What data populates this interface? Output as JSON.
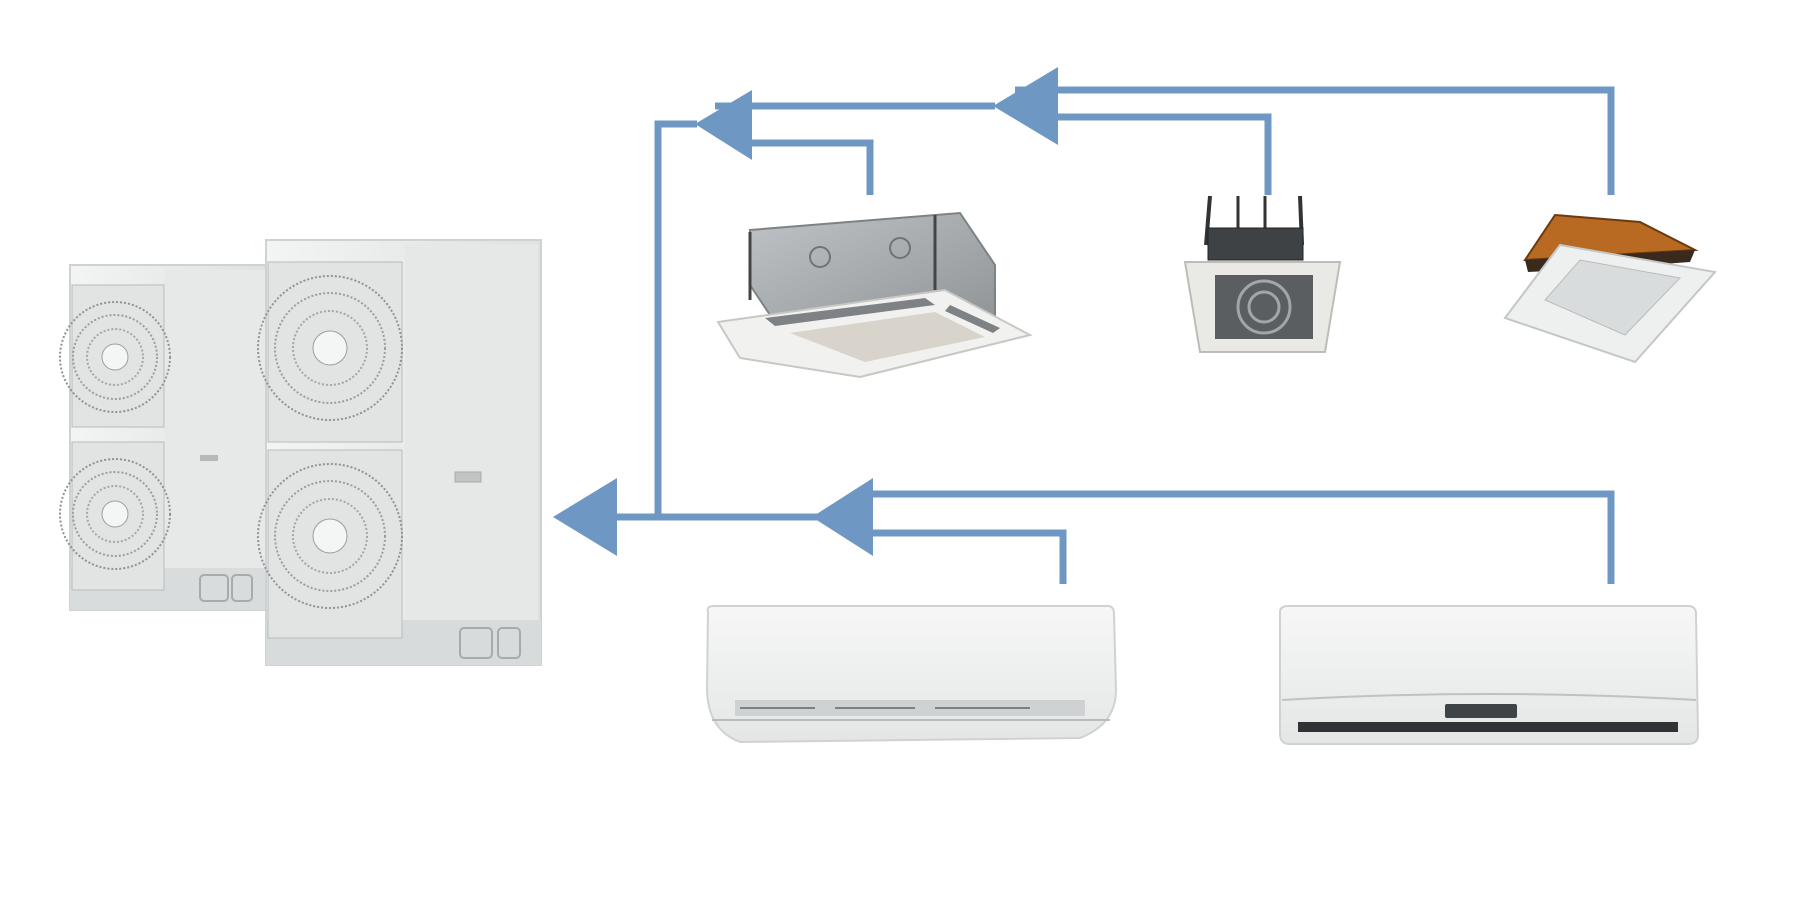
{
  "diagram": {
    "type": "VRF multi-split air conditioning system",
    "colors": {
      "pipe": "#6f97c3",
      "unit_body": "#eceeee",
      "unit_shadow": "#c9cccc",
      "fan_grille": "#8f9394",
      "metal_box": "#a9adb0",
      "copper": "#b86a22",
      "background": "#ffffff"
    },
    "nodes": [
      {
        "id": "outdoor-unit-small",
        "kind": "outdoor-condenser",
        "fans": 2
      },
      {
        "id": "outdoor-unit-large",
        "kind": "outdoor-condenser",
        "fans": 2
      },
      {
        "id": "cassette-unit-1",
        "kind": "ceiling-cassette"
      },
      {
        "id": "cassette-unit-2",
        "kind": "ceiling-cassette"
      },
      {
        "id": "cassette-unit-3",
        "kind": "ceiling-cassette"
      },
      {
        "id": "wall-unit-1",
        "kind": "wall-split"
      },
      {
        "id": "wall-unit-2",
        "kind": "wall-split",
        "has_display": true
      }
    ],
    "connections": [
      {
        "from": "cassette-unit-3",
        "to": "branch-junction-top-right",
        "direction": "to-outdoor"
      },
      {
        "from": "cassette-unit-2",
        "to": "branch-junction-top-right",
        "direction": "to-outdoor"
      },
      {
        "from": "branch-junction-top-right",
        "to": "branch-junction-top-left",
        "direction": "to-outdoor"
      },
      {
        "from": "cassette-unit-1",
        "to": "branch-junction-top-left",
        "direction": "to-outdoor"
      },
      {
        "from": "branch-junction-top-left",
        "to": "outdoor-unit-large",
        "direction": "to-outdoor"
      },
      {
        "from": "wall-unit-2",
        "to": "branch-junction-bottom",
        "direction": "to-outdoor"
      },
      {
        "from": "wall-unit-1",
        "to": "branch-junction-bottom",
        "direction": "to-outdoor"
      },
      {
        "from": "branch-junction-bottom",
        "to": "outdoor-unit-large",
        "direction": "to-outdoor"
      }
    ]
  }
}
